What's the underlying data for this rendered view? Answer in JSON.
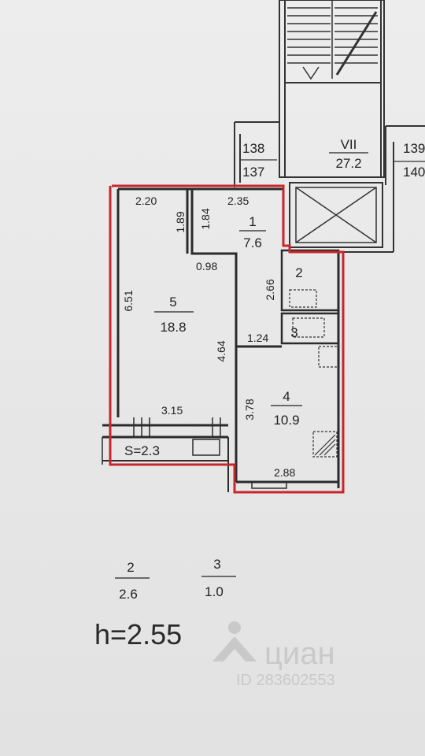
{
  "plan": {
    "stair": {
      "label": "VII",
      "area": "27.2"
    },
    "neighbors": {
      "left_top": "138",
      "left_bottom": "137",
      "right_top": "139",
      "right_bottom": "140"
    },
    "rooms": [
      {
        "id": "1",
        "area": "7.6"
      },
      {
        "id": "5",
        "area": "18.8"
      },
      {
        "id": "4",
        "area": "10.9"
      },
      {
        "id": "2",
        "area": ""
      },
      {
        "id": "3",
        "area": ""
      }
    ],
    "dimensions": {
      "d220": "2.20",
      "d235": "2.35",
      "d189": "1.89",
      "d184": "1.84",
      "d098": "0.98",
      "d266": "2.66",
      "d651": "6.51",
      "d464": "4.64",
      "d124": "1.24",
      "d315": "3.15",
      "d378": "3.78",
      "d288": "2.88"
    },
    "balcony_area": "S=2.3",
    "legend": [
      {
        "num": "2",
        "val": "2.6"
      },
      {
        "num": "3",
        "val": "1.0"
      }
    ],
    "ceiling_height": "h=2.55",
    "watermark": {
      "brand": "циан",
      "id": "ID 283602553"
    }
  },
  "colors": {
    "outline": "#c8262b",
    "wall": "#2b2b2b"
  }
}
